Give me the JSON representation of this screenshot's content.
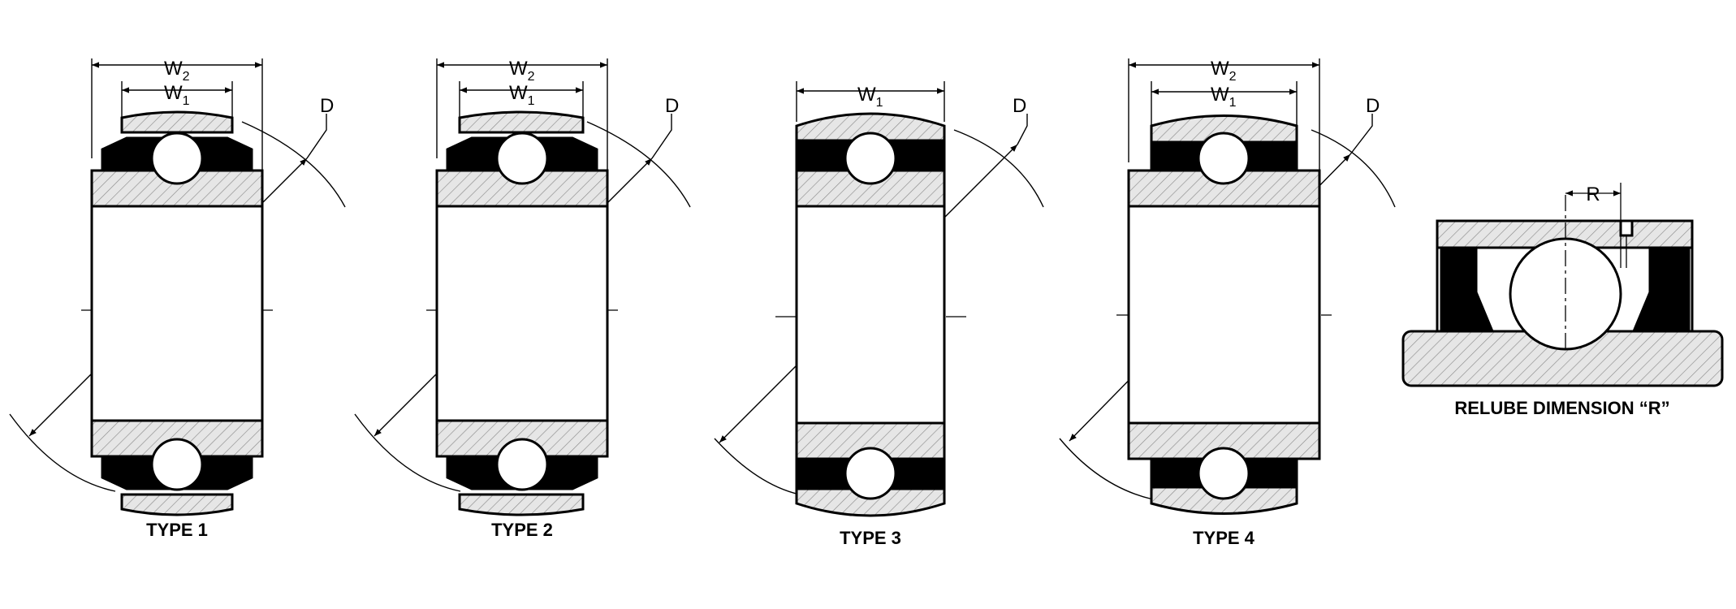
{
  "bearings": [
    {
      "caption": "TYPE 1",
      "dims": [
        "W2",
        "W1",
        "D"
      ]
    },
    {
      "caption": "TYPE 2",
      "dims": [
        "W2",
        "W1",
        "D"
      ]
    },
    {
      "caption": "TYPE 3",
      "dims": [
        "W1",
        "D"
      ]
    },
    {
      "caption": "TYPE 4",
      "dims": [
        "W2",
        "W1",
        "D"
      ]
    }
  ],
  "relube": {
    "caption": "RELUBE DIMENSION “R”",
    "dim_label": "R"
  },
  "labels": {
    "w1": "W",
    "w1_sub": "1",
    "w2": "W",
    "w2_sub": "2",
    "d": "D"
  }
}
